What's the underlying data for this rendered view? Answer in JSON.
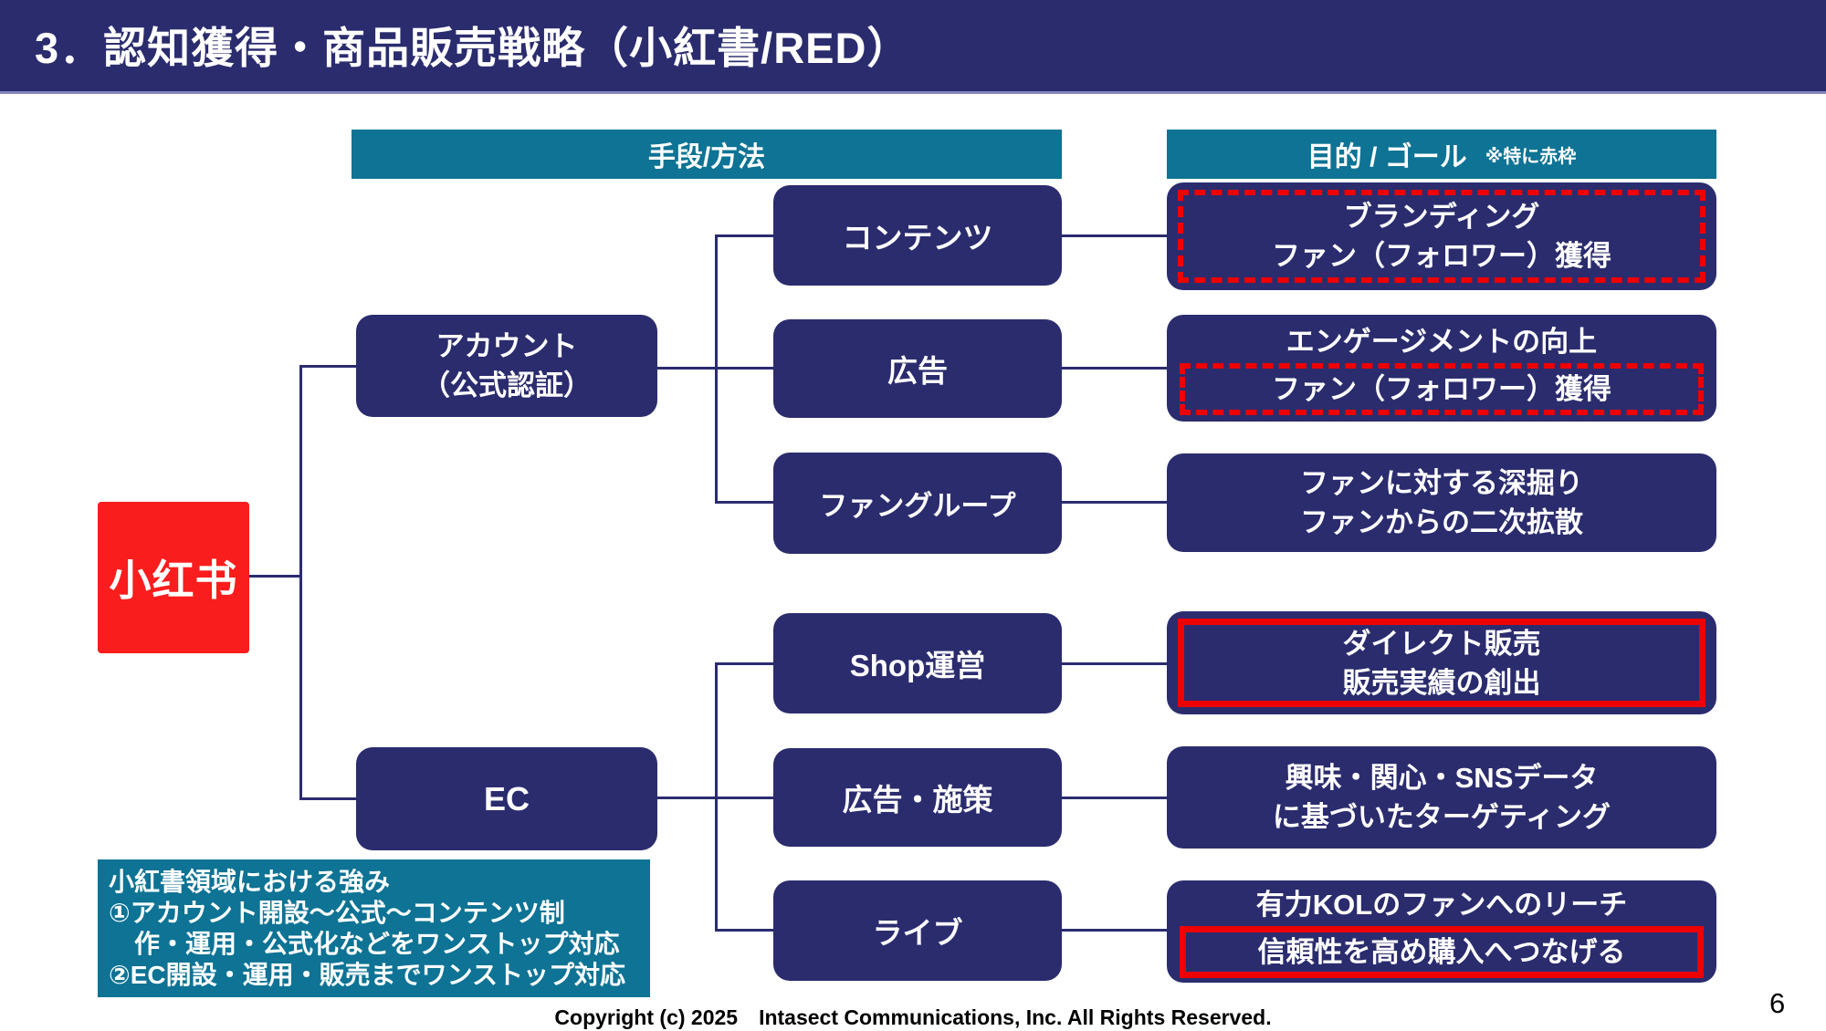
{
  "slide": {
    "title": "3．認知獲得・商品販売戦略（小紅書/RED）",
    "page_number": "6",
    "copyright": "Copyright (c) 2025　Intasect Communications, Inc. All Rights Reserved."
  },
  "colors": {
    "navy": "#2b2c6e",
    "teal": "#0e7394",
    "highlight_red": "#ee0000",
    "logo_red": "#fa1d1d",
    "text_on_dark": "#ffffff"
  },
  "headers": {
    "methods": "手段/方法",
    "goals": "目的 / ゴール",
    "goals_note": "※特に赤枠"
  },
  "logo": {
    "label": "小红书"
  },
  "nodes": {
    "account": {
      "line1": "アカウント",
      "line2": "（公式認証）"
    },
    "ec": {
      "label": "EC"
    },
    "contents": {
      "label": "コンテンツ"
    },
    "ad": {
      "label": "広告"
    },
    "fangroup": {
      "label": "ファングループ"
    },
    "shop": {
      "label": "Shop運営"
    },
    "admeasures": {
      "label": "広告・施策"
    },
    "live": {
      "label": "ライブ"
    }
  },
  "goals": {
    "branding": {
      "line1": "ブランディング",
      "line2": "ファン（フォロワー）獲得"
    },
    "engagement": {
      "line1": "エンゲージメントの向上",
      "line2": "ファン（フォロワー）獲得"
    },
    "fan_deep": {
      "line1": "ファンに対する深掘り",
      "line2": "ファンからの二次拡散"
    },
    "direct_sales": {
      "line1": "ダイレクト販売",
      "line2": "販売実績の創出"
    },
    "targeting": {
      "line1": "興味・関心・SNSデータ",
      "line2": "に基づいたターゲティング"
    },
    "kol_reach": {
      "line1": "有力KOLのファンへのリーチ",
      "line2": "信頼性を高め購入へつなげる"
    }
  },
  "strengths": {
    "line1": "小紅書領域における強み",
    "line2": "①アカウント開設～公式～コンテンツ制",
    "line3": "作・運用・公式化などをワンストップ対応",
    "line4": "②EC開設・運用・販売までワンストップ対応"
  }
}
